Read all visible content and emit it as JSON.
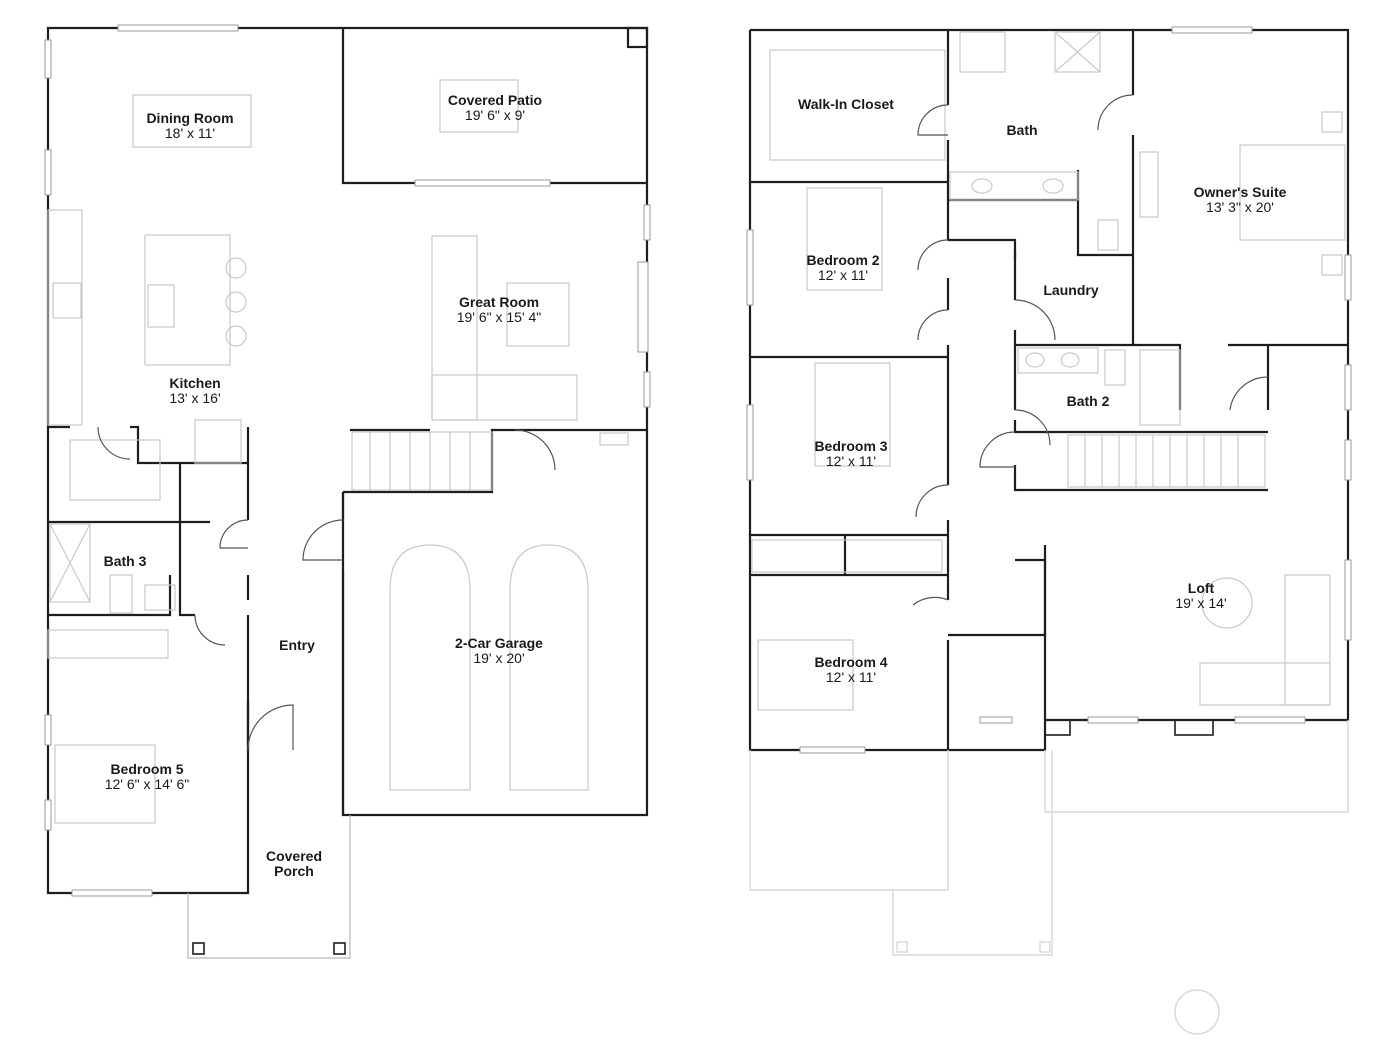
{
  "floor_1": {
    "rooms": [
      {
        "name": "Dining Room",
        "dims": "18' x 11'"
      },
      {
        "name": "Covered Patio",
        "dims": "19' 6\" x 9'"
      },
      {
        "name": "Great Room",
        "dims": "19' 6\" x 15' 4\""
      },
      {
        "name": "Kitchen",
        "dims": "13' x 16'"
      },
      {
        "name": "Bath 3",
        "dims": ""
      },
      {
        "name": "Entry",
        "dims": ""
      },
      {
        "name": "2-Car Garage",
        "dims": "19' x 20'"
      },
      {
        "name": "Bedroom 5",
        "dims": "12' 6\" x 14' 6\""
      },
      {
        "name": "Covered Porch",
        "dims": ""
      }
    ]
  },
  "floor_2": {
    "rooms": [
      {
        "name": "Walk-In Closet",
        "dims": ""
      },
      {
        "name": "Bath",
        "dims": ""
      },
      {
        "name": "Owner's Suite",
        "dims": "13' 3\" x 20'"
      },
      {
        "name": "Bedroom 2",
        "dims": "12' x 11'"
      },
      {
        "name": "Laundry",
        "dims": ""
      },
      {
        "name": "Bath 2",
        "dims": ""
      },
      {
        "name": "Bedroom 3",
        "dims": "12' x 11'"
      },
      {
        "name": "Loft",
        "dims": "19' x 14'"
      },
      {
        "name": "Bedroom 4",
        "dims": "12' x 11'"
      }
    ]
  },
  "colors": {
    "wall": "#1e1e1e",
    "fixture": "#c9c9c9",
    "background": "#ffffff"
  }
}
